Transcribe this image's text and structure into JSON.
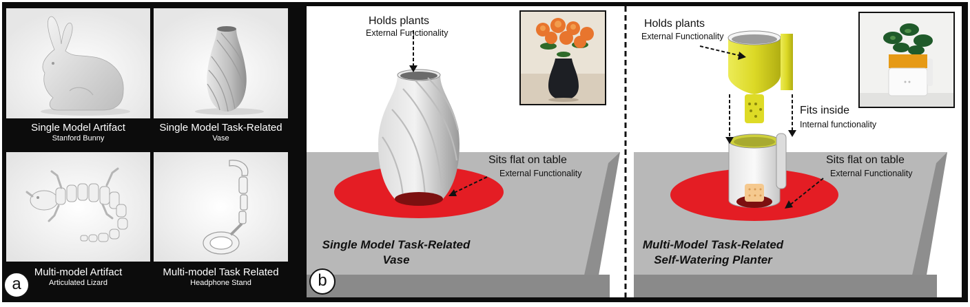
{
  "panel_a": {
    "label": "a",
    "cells": [
      {
        "title": "Single Model Artifact",
        "subtitle": "Stanford Bunny"
      },
      {
        "title": "Single Model Task-Related",
        "subtitle": "Vase"
      },
      {
        "title": "Multi-model Artifact",
        "subtitle": "Articulated Lizard"
      },
      {
        "title": "Multi-model Task Related",
        "subtitle": "Headphone Stand"
      }
    ]
  },
  "panel_b": {
    "label": "b",
    "left": {
      "holds_title": "Holds plants",
      "holds_sub": "External Functionality",
      "sits_title": "Sits flat on table",
      "sits_sub": "External Functionality",
      "caption_line1": "Single Model Task-Related",
      "caption_line2": "Vase"
    },
    "right": {
      "holds_title": "Holds plants",
      "holds_sub": "External Functionality",
      "fits_title": "Fits inside",
      "fits_sub": "Internal functionality",
      "sits_title": "Sits flat on table",
      "sits_sub": "External Functionality",
      "caption_line1": "Multi-Model Task-Related",
      "caption_line2": "Self-Watering Planter"
    }
  },
  "colors": {
    "base_red": "#e41d24",
    "table_gray": "#b8b8b8",
    "planter_yellow": "#e0de2a",
    "frame": "#0c0c0c"
  }
}
